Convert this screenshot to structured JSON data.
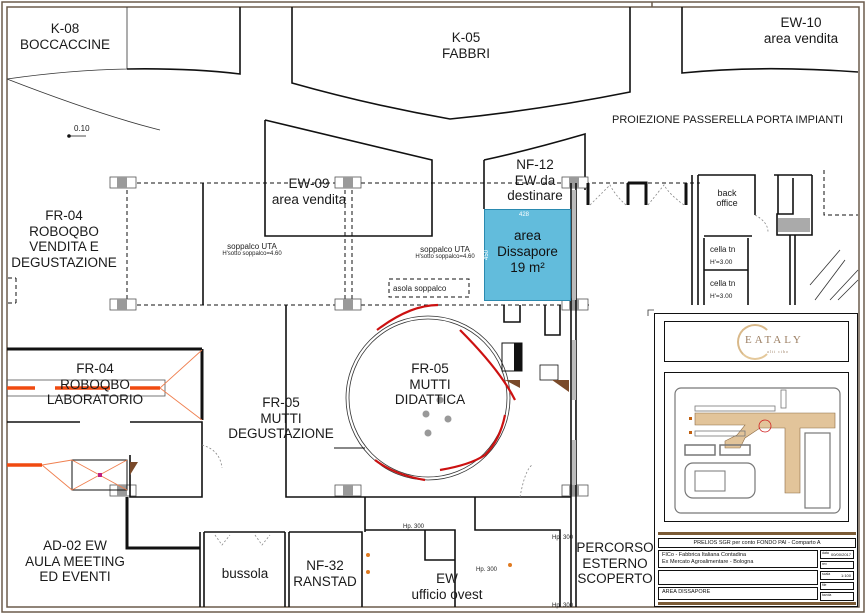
{
  "document": {
    "type": "architectural floor plan",
    "highlight_color": "#62bcdc",
    "accent_red": "#cc1111",
    "accent_orange": "#f04a10",
    "frame_color": "#6b5b4b"
  },
  "rooms": {
    "k08": {
      "code": "K-08",
      "name": "BOCCACCINE"
    },
    "k05": {
      "code": "K-05",
      "name": "FABBRI"
    },
    "ew10": {
      "code": "EW-10",
      "name": "area vendita"
    },
    "ew09": {
      "code": "EW-09",
      "name": "area vendita"
    },
    "nf12": {
      "code": "NF-12",
      "name1": "EW da",
      "name2": "destinare"
    },
    "fr04_vendita": {
      "code": "FR-04",
      "line1": "ROBOQBO",
      "line2": "VENDITA E",
      "line3": "DEGUSTAZIONE"
    },
    "fr04_lab": {
      "code": "FR-04",
      "line1": "ROBOQBO",
      "line2": "LABORATORIO"
    },
    "fr05_deg": {
      "code": "FR-05",
      "line1": "MUTTI",
      "line2": "DEGUSTAZIONE"
    },
    "fr05_did": {
      "code": "FR-05",
      "line1": "MUTTI",
      "line2": "DIDATTICA"
    },
    "ad02": {
      "code": "AD-02  EW",
      "line1": "AULA MEETING",
      "line2": "ED EVENTI"
    },
    "bussola": {
      "name": "bussola"
    },
    "nf32": {
      "code": "NF-32",
      "name": "RANSTAD"
    },
    "ew_ovest": {
      "code": "EW",
      "name": "ufficio ovest"
    },
    "percorso": {
      "line1": "PERCORSO",
      "line2": "ESTERNO",
      "line3": "SCOPERTO"
    },
    "back_office": {
      "line1": "back",
      "line2": "office"
    },
    "cella1": {
      "name": "cella tn",
      "height": "H'=3.00"
    },
    "cella2": {
      "name": "cella tn",
      "height": "H'=3.00"
    }
  },
  "highlight": {
    "line1": "area",
    "line2": "Dissapore",
    "line3": "19 m²",
    "dim_width": "428",
    "dim_height": "450"
  },
  "annotations": {
    "proiezione": "PROIEZIONE PASSERELLA PORTA IMPIANTI",
    "level_mark": "0.10",
    "soppalco1_title": "soppalco UTA",
    "soppalco1_height": "H'sotto soppalco=4.60",
    "soppalco2_title": "soppalco UTA",
    "soppalco2_height": "H'sotto soppalco=4.60",
    "asola": "asola soppalco",
    "hp1": "Hp. 300",
    "hp2": "Hp. 300",
    "hp3": "Hp. 300",
    "hp4": "Hp. 300"
  },
  "keyplan": {
    "logo_text": "EATALY",
    "logo_sub": "alti cibo"
  },
  "title_block": {
    "client": "PRELIOS SGR per conto FONDO PAI - Comparto A",
    "project_line1": "FICo - Fabbrica Italiana Contadina",
    "project_line2": "Ex Mercato Agroalimentare - Bologna",
    "sheet_title": "AREA  DISSAPORE",
    "date_label": "data",
    "date_value": "00/00/2017",
    "rev_label": "rev",
    "scale_label": "scala",
    "scale_value": "1:100",
    "file_label": "file",
    "drawing_label": "tavola"
  }
}
